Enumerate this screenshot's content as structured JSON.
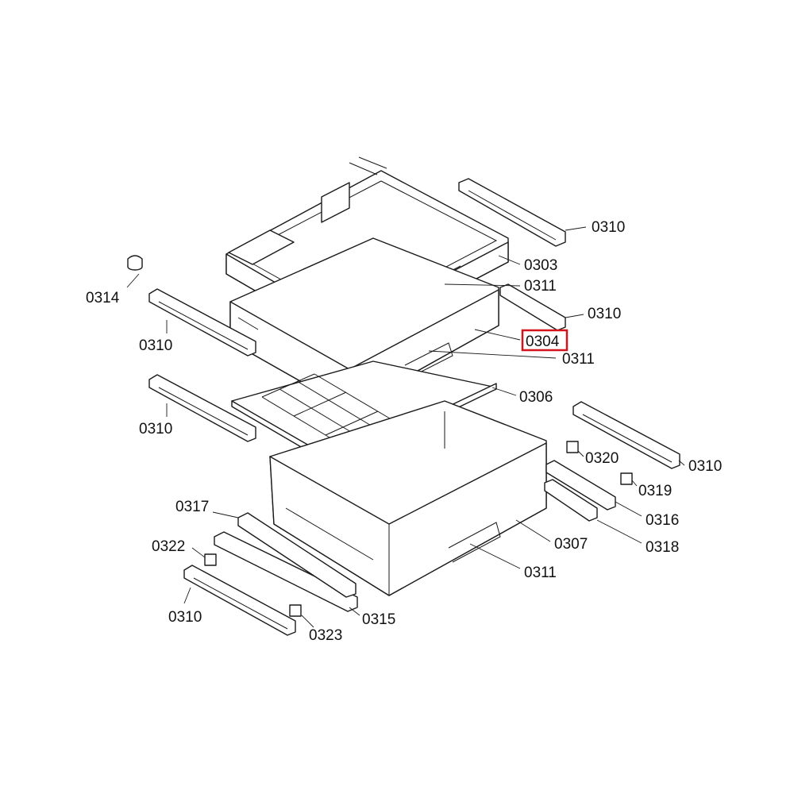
{
  "callouts": {
    "c_0303": "0303",
    "c_0304": "0304",
    "c_0306": "0306",
    "c_0307": "0307",
    "c_0310_a": "0310",
    "c_0310_b": "0310",
    "c_0310_c": "0310",
    "c_0310_d": "0310",
    "c_0310_e": "0310",
    "c_0310_f": "0310",
    "c_0311_a": "0311",
    "c_0311_b": "0311",
    "c_0311_c": "0311",
    "c_0314": "0314",
    "c_0315": "0315",
    "c_0316": "0316",
    "c_0317": "0317",
    "c_0318": "0318",
    "c_0319": "0319",
    "c_0320": "0320",
    "c_0322": "0322",
    "c_0323": "0323"
  },
  "highlight": {
    "part": "0304",
    "color": "#d4141c"
  }
}
